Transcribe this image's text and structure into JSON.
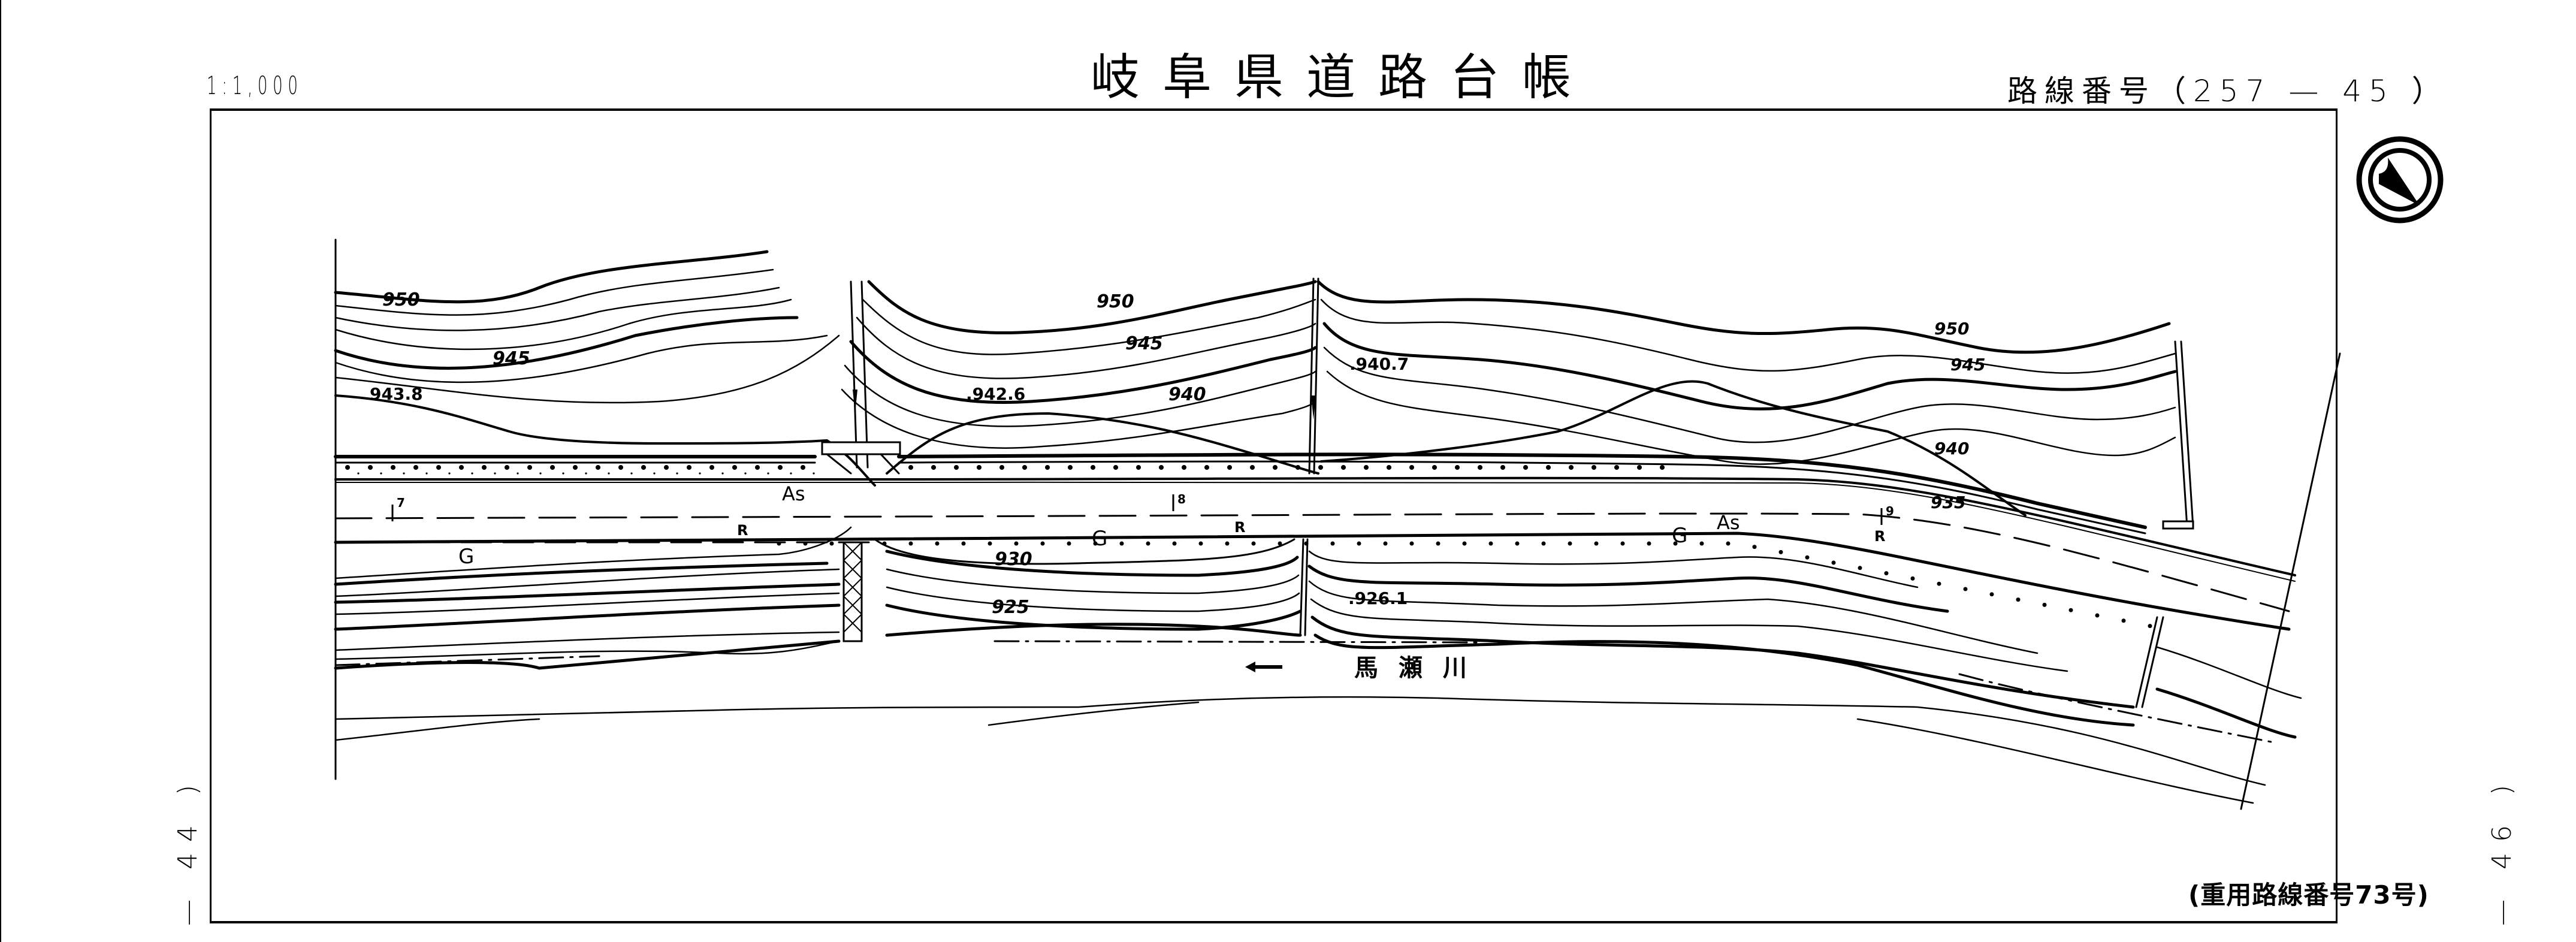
{
  "header": {
    "scale": "1:1,000",
    "title": "岐阜県道路台帳",
    "route_number": "路線番号（257 — 45 ）"
  },
  "side_labels": {
    "left": "— 44 )",
    "right": "— 46 )"
  },
  "footer": {
    "duplicate_route_note": "(重用路線番号73号)"
  },
  "north_arrow": {
    "icon": "north-arrow-icon"
  },
  "map": {
    "contour_labels": [
      {
        "id": "c950-a",
        "text": "950"
      },
      {
        "id": "c945-a",
        "text": "945"
      },
      {
        "id": "c950-b",
        "text": "950"
      },
      {
        "id": "c945-b",
        "text": "945"
      },
      {
        "id": "c940-a",
        "text": "940"
      },
      {
        "id": "c950-c",
        "text": "950"
      },
      {
        "id": "c945-c",
        "text": "945"
      },
      {
        "id": "c940-b",
        "text": "940"
      },
      {
        "id": "c935",
        "text": "935"
      },
      {
        "id": "c930",
        "text": "930"
      },
      {
        "id": "c925",
        "text": "925"
      }
    ],
    "spot_heights": [
      {
        "id": "h943-8",
        "text": "943.8"
      },
      {
        "id": "h942-6",
        "text": ".942.6"
      },
      {
        "id": "h940-7",
        "text": ".940.7"
      },
      {
        "id": "h926-1",
        "text": ".926.1"
      }
    ],
    "surface_labels": [
      {
        "id": "as-1",
        "text": "As"
      },
      {
        "id": "as-2",
        "text": "As"
      },
      {
        "id": "g-1",
        "text": "G"
      },
      {
        "id": "g-2",
        "text": "G"
      },
      {
        "id": "g-3",
        "text": "G"
      },
      {
        "id": "r-1",
        "text": "R"
      },
      {
        "id": "r-2",
        "text": "R"
      },
      {
        "id": "r-3",
        "text": "R"
      }
    ],
    "station_markers": [
      {
        "id": "st7",
        "text": "7"
      },
      {
        "id": "st8",
        "text": "8"
      },
      {
        "id": "st9",
        "text": "9"
      }
    ],
    "river": {
      "name": "馬 瀬 川",
      "flow_arrow": "←"
    }
  }
}
